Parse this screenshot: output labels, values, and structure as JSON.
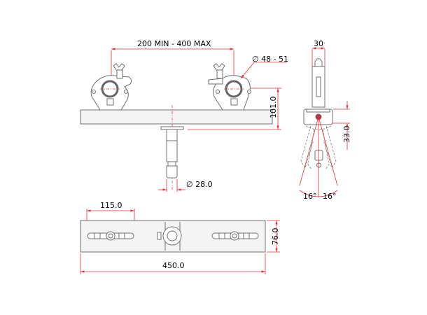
{
  "drawing": {
    "front_view": {
      "span_label": "200 MIN - 400 MAX",
      "tube_diameter_label": "∅ 48 - 51",
      "height_label": "101.0",
      "spigot_diameter_label": "∅ 28.0"
    },
    "side_view": {
      "width_label": "30",
      "offset_label": "33.0",
      "angle_left_label": "16°",
      "angle_right_label": "16°"
    },
    "top_view": {
      "clamp_travel_label": "115.0",
      "length_label": "450.0",
      "depth_label": "76.0"
    },
    "colors": {
      "dimension": "#e0303a",
      "outline": "#6f6f6f"
    }
  }
}
